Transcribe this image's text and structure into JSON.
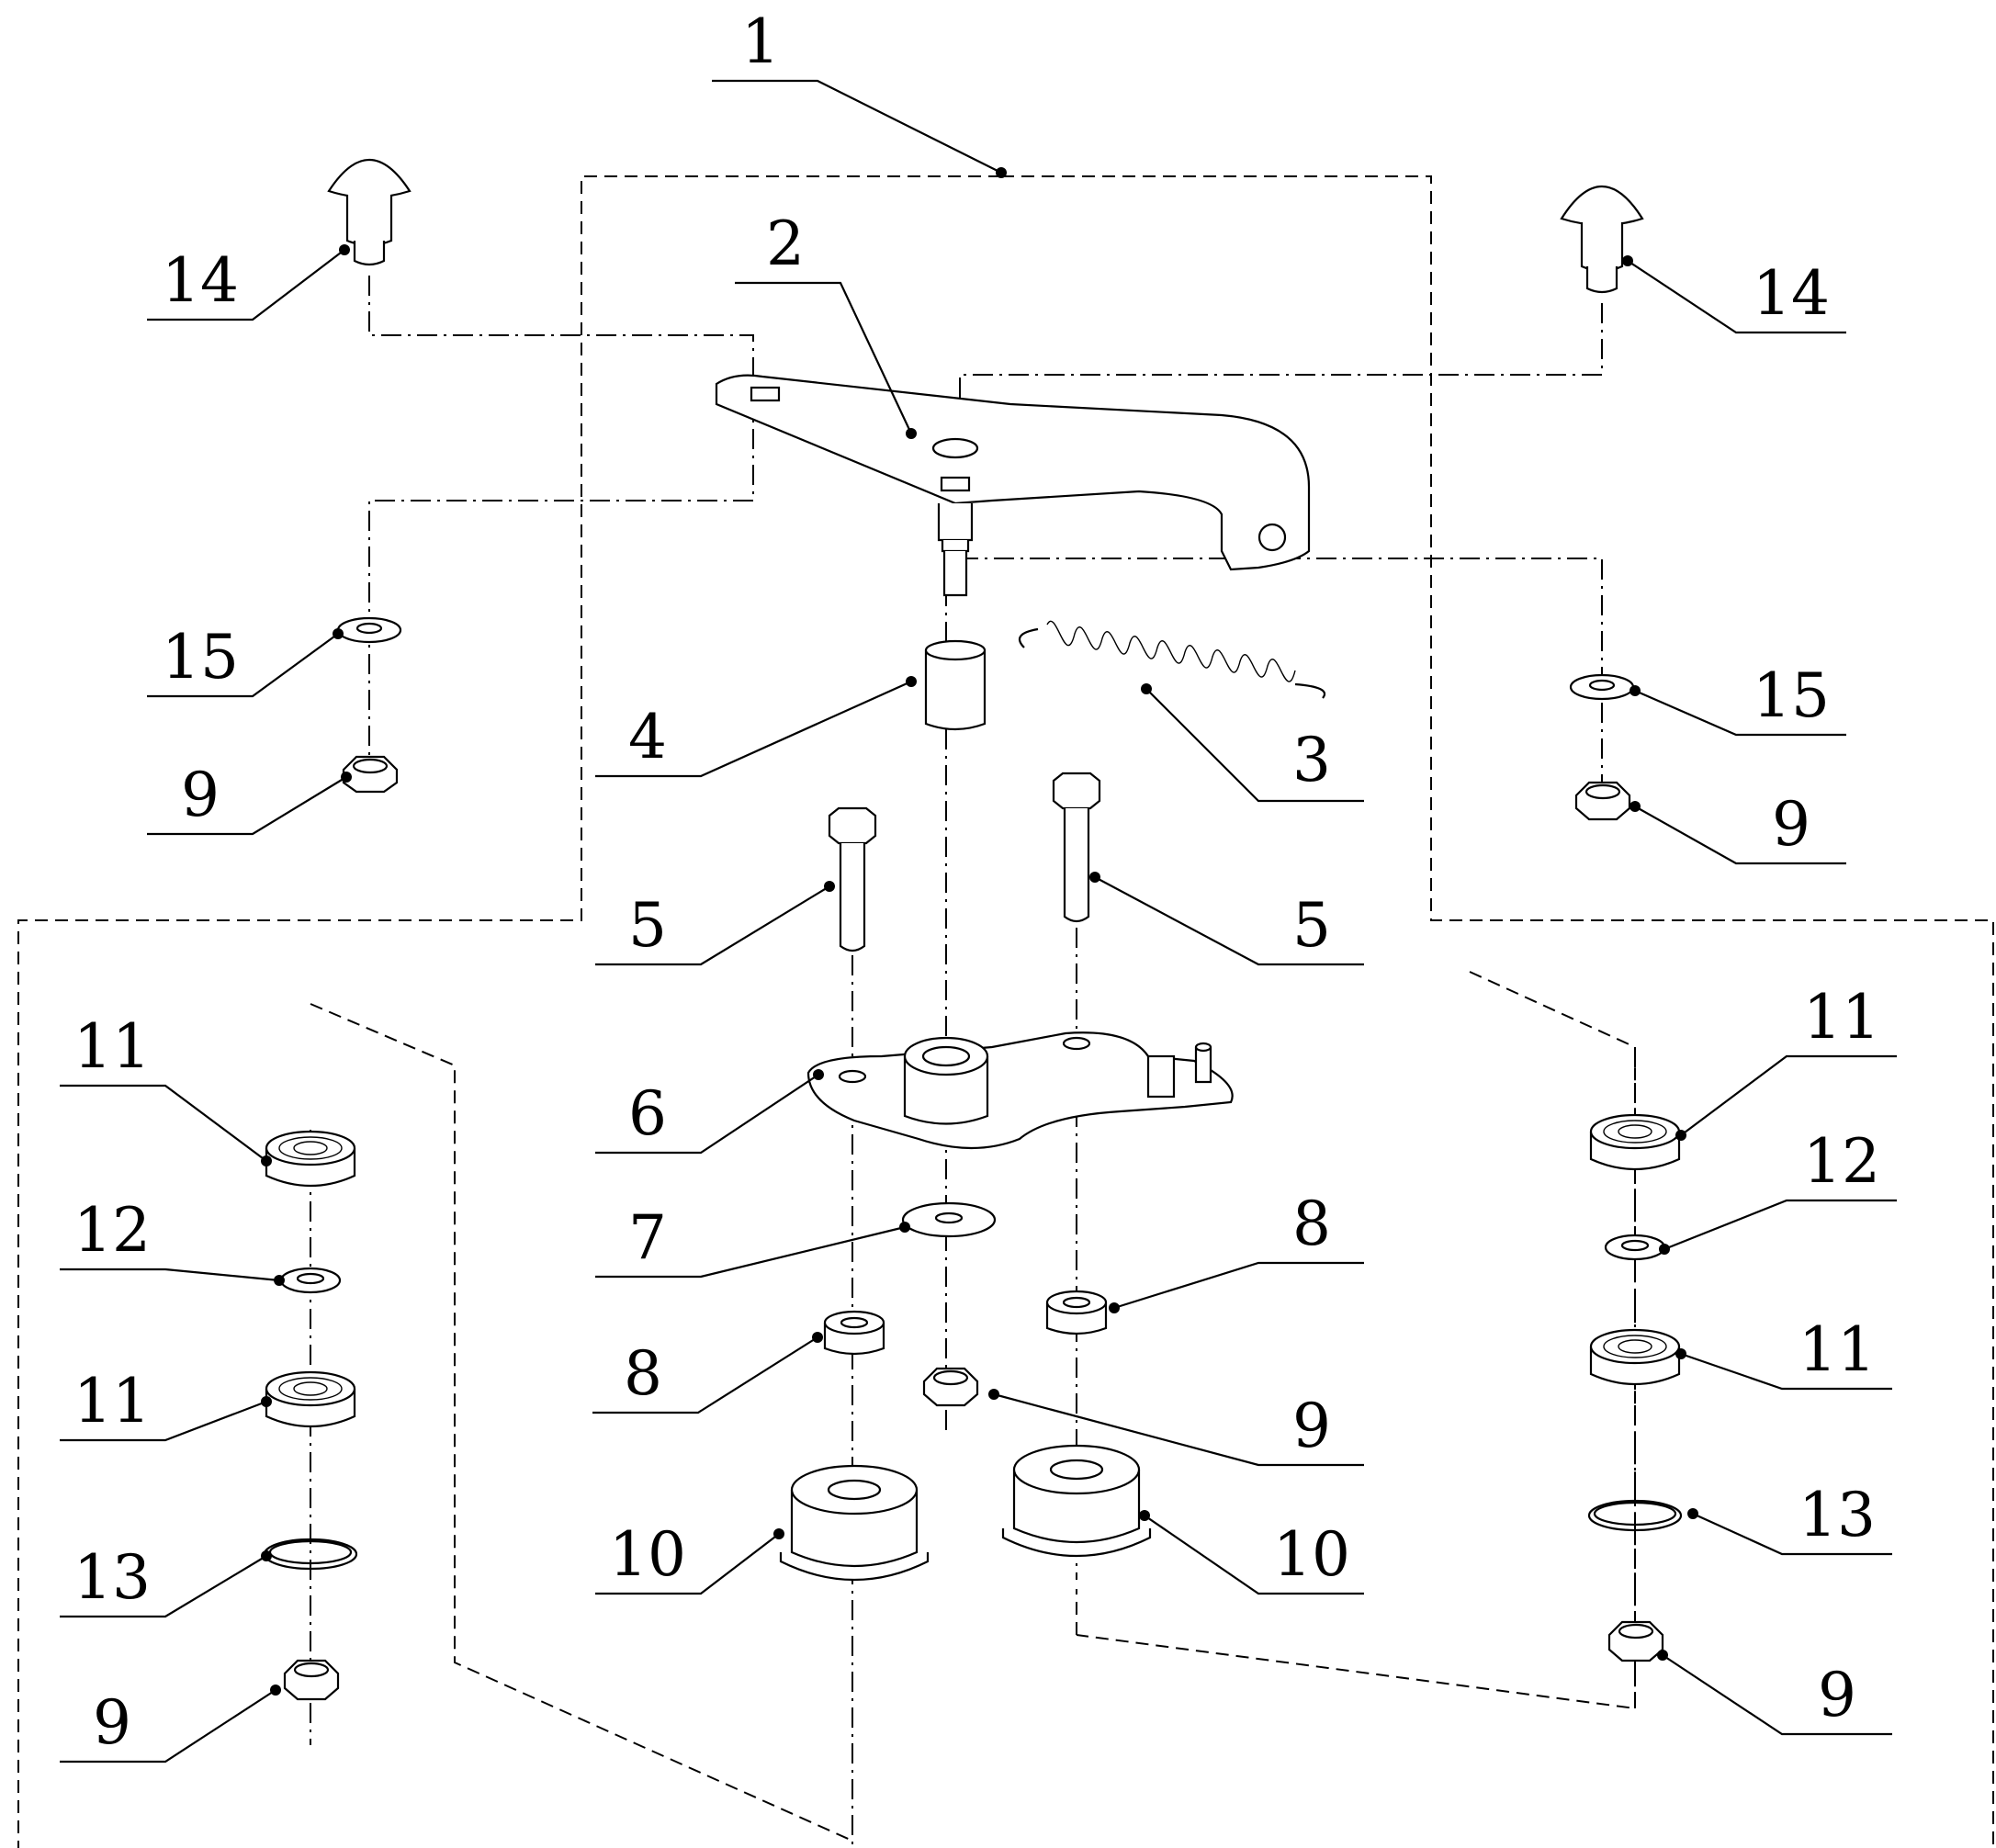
{
  "diagram": {
    "callouts": [
      {
        "id": "c1",
        "text": "1"
      },
      {
        "id": "c2",
        "text": "2"
      },
      {
        "id": "c3",
        "text": "3"
      },
      {
        "id": "c4",
        "text": "4"
      },
      {
        "id": "c5a",
        "text": "5"
      },
      {
        "id": "c5b",
        "text": "5"
      },
      {
        "id": "c6",
        "text": "6"
      },
      {
        "id": "c7",
        "text": "7"
      },
      {
        "id": "c8a",
        "text": "8"
      },
      {
        "id": "c8b",
        "text": "8"
      },
      {
        "id": "c9a",
        "text": "9"
      },
      {
        "id": "c9b",
        "text": "9"
      },
      {
        "id": "c9c",
        "text": "9"
      },
      {
        "id": "c9d",
        "text": "9"
      },
      {
        "id": "c9e",
        "text": "9"
      },
      {
        "id": "c10a",
        "text": "10"
      },
      {
        "id": "c10b",
        "text": "10"
      },
      {
        "id": "c11a",
        "text": "11"
      },
      {
        "id": "c11b",
        "text": "11"
      },
      {
        "id": "c11c",
        "text": "11"
      },
      {
        "id": "c11d",
        "text": "11"
      },
      {
        "id": "c12a",
        "text": "12"
      },
      {
        "id": "c12b",
        "text": "12"
      },
      {
        "id": "c13a",
        "text": "13"
      },
      {
        "id": "c13b",
        "text": "13"
      },
      {
        "id": "c14a",
        "text": "14"
      },
      {
        "id": "c14b",
        "text": "14"
      },
      {
        "id": "c15a",
        "text": "15"
      },
      {
        "id": "c15b",
        "text": "15"
      }
    ]
  }
}
